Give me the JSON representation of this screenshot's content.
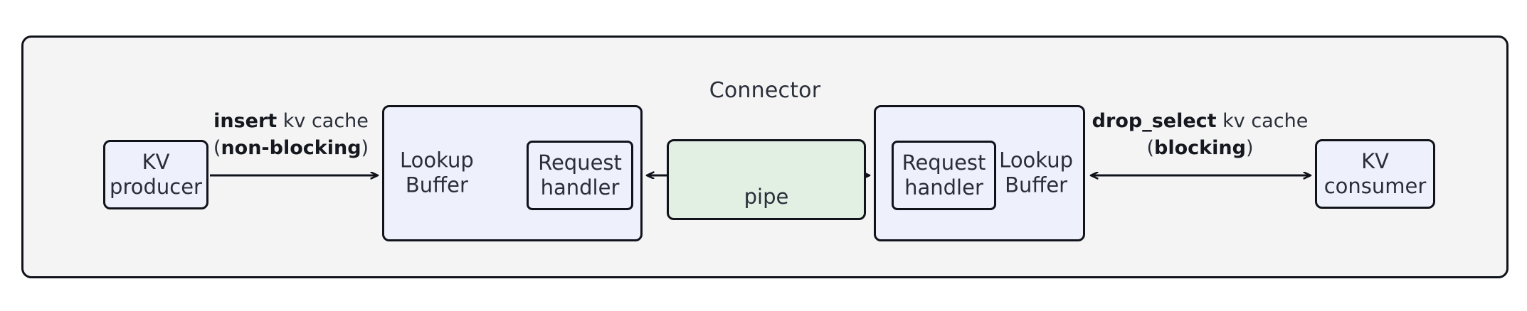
{
  "diagram": {
    "title": "Connector",
    "colors": {
      "container_fill": "#f4f4f4",
      "node_blue_fill": "#eef1fc",
      "pipe_green_fill": "#e2f0e4",
      "stroke": "#10131a",
      "text": "#2a2e39"
    },
    "nodes": {
      "kv_producer": {
        "line1": "KV",
        "line2": "producer"
      },
      "kv_consumer": {
        "line1": "KV",
        "line2": "consumer"
      },
      "lookup_buffer_left": {
        "line1": "Lookup",
        "line2": "Buffer"
      },
      "lookup_buffer_right": {
        "line1": "Lookup",
        "line2": "Buffer"
      },
      "request_handler_left": {
        "line1": "Request",
        "line2": "handler"
      },
      "request_handler_right": {
        "line1": "Request",
        "line2": "handler"
      },
      "pipe": {
        "label": "pipe"
      }
    },
    "edges": {
      "insert": {
        "line1_bold": "insert",
        "line1_rest": " kv cache",
        "line2_open": "(",
        "line2_bold": "non-blocking",
        "line2_close": ")",
        "direction": "producer-to-lookup-buffer"
      },
      "drop_select": {
        "line1_bold": "drop_select",
        "line1_rest": " kv cache",
        "line2_open": "(",
        "line2_bold": "blocking",
        "line2_close": ")",
        "direction": "bidirectional"
      }
    }
  }
}
